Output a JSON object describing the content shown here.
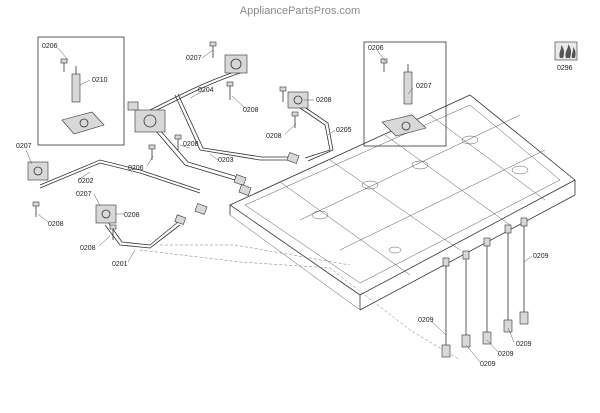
{
  "watermark": "AppliancePartsPros.com",
  "part_labels": {
    "p0206_a": "0206",
    "p0210": "0210",
    "p0207_top": "0207",
    "p0208_top": "0208",
    "p0204": "0204",
    "p0206_b": "0206",
    "p0207_r": "0207",
    "p0208_r1": "0208",
    "p0208_r2": "0208",
    "p0205": "0205",
    "p0296": "0296",
    "p0207_l": "0207",
    "p0208_l": "0208",
    "p0202": "0202",
    "p0208_m": "0208",
    "p0206_c": "0206",
    "p0203": "0203",
    "p0207_bl": "0207",
    "p0208_bl1": "0208",
    "p0208_bl2": "0208",
    "p0201": "0201",
    "p0209_r": "0209",
    "p0209_b1": "0209",
    "p0209_b2": "0209",
    "p0209_b3": "0209",
    "p0209_b4": "0209"
  },
  "icons": [
    "flame-icon"
  ]
}
